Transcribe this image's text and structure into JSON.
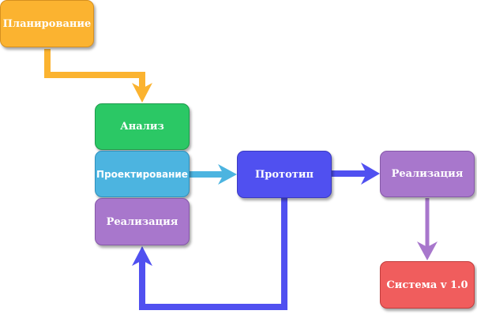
{
  "nodes": {
    "planning": {
      "label": "Планирование",
      "color": "#fbb330"
    },
    "analysis": {
      "label": "Анализ",
      "color": "#2bc865"
    },
    "design": {
      "label": "Проектирование",
      "color": "#4cb4e0"
    },
    "implementation_1": {
      "label": "Реализация",
      "color": "#a877cc"
    },
    "prototype": {
      "label": "Прототип",
      "color": "#5050f0"
    },
    "implementation_2": {
      "label": "Реализация",
      "color": "#a877cc"
    },
    "system": {
      "label": "Система v 1.0",
      "color": "#f05d5d"
    }
  },
  "edges": [
    {
      "from": "planning",
      "to": "analysis",
      "color": "#fbb330"
    },
    {
      "from": "design",
      "to": "prototype",
      "color": "#4cb4e0"
    },
    {
      "from": "prototype",
      "to": "implementation_2",
      "color": "#5050f0"
    },
    {
      "from": "implementation_2",
      "to": "system",
      "color": "#a877cc"
    },
    {
      "from": "prototype",
      "to": "implementation_1",
      "color": "#5050f0"
    }
  ]
}
